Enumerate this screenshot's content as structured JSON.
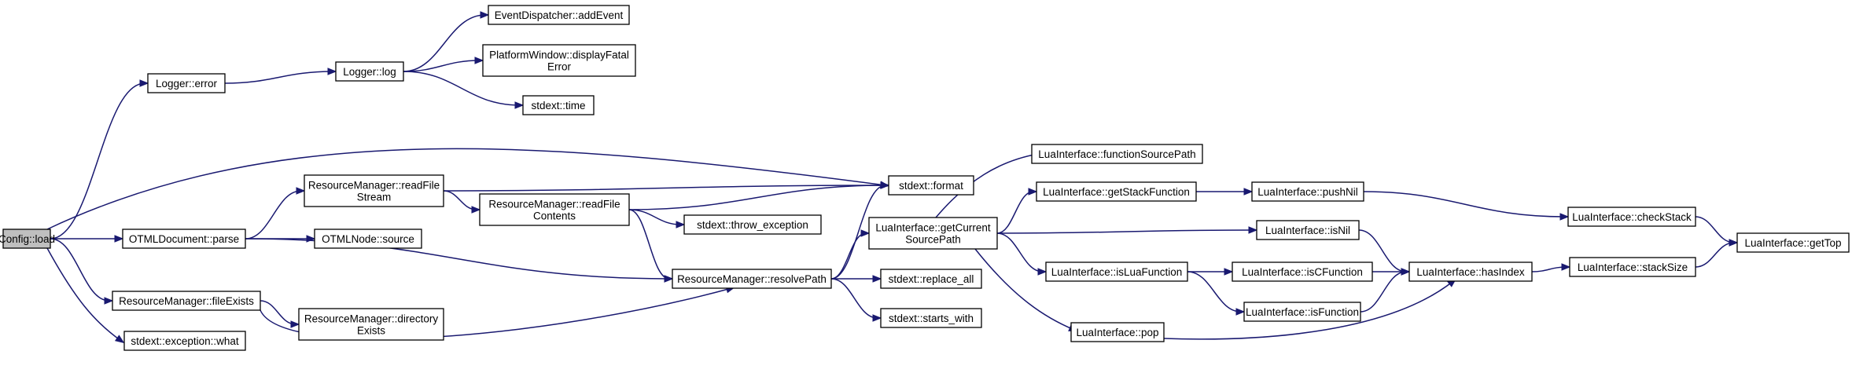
{
  "colors": {
    "edge": "#191970",
    "node_border": "#000000",
    "root_fill": "#bfbfbf",
    "node_fill": "#ffffff"
  },
  "nodes": [
    {
      "id": "config_load",
      "lines": [
        "Config::load"
      ],
      "root": true
    },
    {
      "id": "logger_error",
      "lines": [
        "Logger::error"
      ]
    },
    {
      "id": "logger_log",
      "lines": [
        "Logger::log"
      ]
    },
    {
      "id": "event_add",
      "lines": [
        "EventDispatcher::addEvent"
      ]
    },
    {
      "id": "platform_fatal",
      "lines": [
        "PlatformWindow::displayFatal",
        "Error"
      ]
    },
    {
      "id": "stdext_time",
      "lines": [
        "stdext::time"
      ]
    },
    {
      "id": "stdext_format",
      "lines": [
        "stdext::format"
      ]
    },
    {
      "id": "otml_parse",
      "lines": [
        "OTMLDocument::parse"
      ]
    },
    {
      "id": "rm_readstream",
      "lines": [
        "ResourceManager::readFile",
        "Stream"
      ]
    },
    {
      "id": "rm_readcontents",
      "lines": [
        "ResourceManager::readFile",
        "Contents"
      ]
    },
    {
      "id": "stdext_throw",
      "lines": [
        "stdext::throw_exception"
      ]
    },
    {
      "id": "otml_source",
      "lines": [
        "OTMLNode::source"
      ]
    },
    {
      "id": "rm_resolve",
      "lines": [
        "ResourceManager::resolvePath"
      ]
    },
    {
      "id": "stdext_replace",
      "lines": [
        "stdext::replace_all"
      ]
    },
    {
      "id": "stdext_starts",
      "lines": [
        "stdext::starts_with"
      ]
    },
    {
      "id": "rm_fileexists",
      "lines": [
        "ResourceManager::fileExists"
      ]
    },
    {
      "id": "rm_direxists",
      "lines": [
        "ResourceManager::directory",
        "Exists"
      ]
    },
    {
      "id": "stdext_what",
      "lines": [
        "stdext::exception::what"
      ]
    },
    {
      "id": "lua_getcurrent",
      "lines": [
        "LuaInterface::getCurrent",
        "SourcePath"
      ]
    },
    {
      "id": "lua_funcsrc",
      "lines": [
        "LuaInterface::functionSourcePath"
      ]
    },
    {
      "id": "lua_getstackfn",
      "lines": [
        "LuaInterface::getStackFunction"
      ]
    },
    {
      "id": "lua_pushnil",
      "lines": [
        "LuaInterface::pushNil"
      ]
    },
    {
      "id": "lua_isnil",
      "lines": [
        "LuaInterface::isNil"
      ]
    },
    {
      "id": "lua_isluafn",
      "lines": [
        "LuaInterface::isLuaFunction"
      ]
    },
    {
      "id": "lua_iscfn",
      "lines": [
        "LuaInterface::isCFunction"
      ]
    },
    {
      "id": "lua_isfn",
      "lines": [
        "LuaInterface::isFunction"
      ]
    },
    {
      "id": "lua_pop",
      "lines": [
        "LuaInterface::pop"
      ]
    },
    {
      "id": "lua_checkstack",
      "lines": [
        "LuaInterface::checkStack"
      ]
    },
    {
      "id": "lua_hasindex",
      "lines": [
        "LuaInterface::hasIndex"
      ]
    },
    {
      "id": "lua_stacksize",
      "lines": [
        "LuaInterface::stackSize"
      ]
    },
    {
      "id": "lua_gettop",
      "lines": [
        "LuaInterface::getTop"
      ]
    }
  ],
  "edges": [
    [
      "config_load",
      "logger_error"
    ],
    [
      "config_load",
      "stdext_format"
    ],
    [
      "config_load",
      "otml_parse"
    ],
    [
      "config_load",
      "rm_fileexists"
    ],
    [
      "config_load",
      "stdext_what"
    ],
    [
      "logger_error",
      "logger_log"
    ],
    [
      "logger_log",
      "event_add"
    ],
    [
      "logger_log",
      "platform_fatal"
    ],
    [
      "logger_log",
      "stdext_time"
    ],
    [
      "otml_parse",
      "rm_readstream"
    ],
    [
      "otml_parse",
      "otml_source"
    ],
    [
      "otml_parse",
      "rm_resolve"
    ],
    [
      "rm_readstream",
      "rm_readcontents"
    ],
    [
      "rm_readstream",
      "stdext_format"
    ],
    [
      "rm_readcontents",
      "stdext_format"
    ],
    [
      "rm_readcontents",
      "stdext_throw"
    ],
    [
      "rm_readcontents",
      "rm_resolve"
    ],
    [
      "rm_fileexists",
      "rm_direxists"
    ],
    [
      "rm_fileexists",
      "rm_resolve"
    ],
    [
      "rm_resolve",
      "stdext_format"
    ],
    [
      "rm_resolve",
      "lua_getcurrent"
    ],
    [
      "rm_resolve",
      "stdext_replace"
    ],
    [
      "rm_resolve",
      "stdext_starts"
    ],
    [
      "lua_getcurrent",
      "lua_funcsrc"
    ],
    [
      "lua_getcurrent",
      "lua_getstackfn"
    ],
    [
      "lua_getcurrent",
      "lua_isnil"
    ],
    [
      "lua_getcurrent",
      "lua_isluafn"
    ],
    [
      "lua_getcurrent",
      "lua_pop"
    ],
    [
      "lua_getstackfn",
      "lua_pushnil"
    ],
    [
      "lua_pushnil",
      "lua_checkstack"
    ],
    [
      "lua_checkstack",
      "lua_gettop"
    ],
    [
      "lua_isnil",
      "lua_hasindex"
    ],
    [
      "lua_isluafn",
      "lua_iscfn"
    ],
    [
      "lua_isluafn",
      "lua_isfn"
    ],
    [
      "lua_iscfn",
      "lua_hasindex"
    ],
    [
      "lua_isfn",
      "lua_hasindex"
    ],
    [
      "lua_pop",
      "lua_hasindex"
    ],
    [
      "lua_hasindex",
      "lua_stacksize"
    ],
    [
      "lua_stacksize",
      "lua_gettop"
    ]
  ]
}
